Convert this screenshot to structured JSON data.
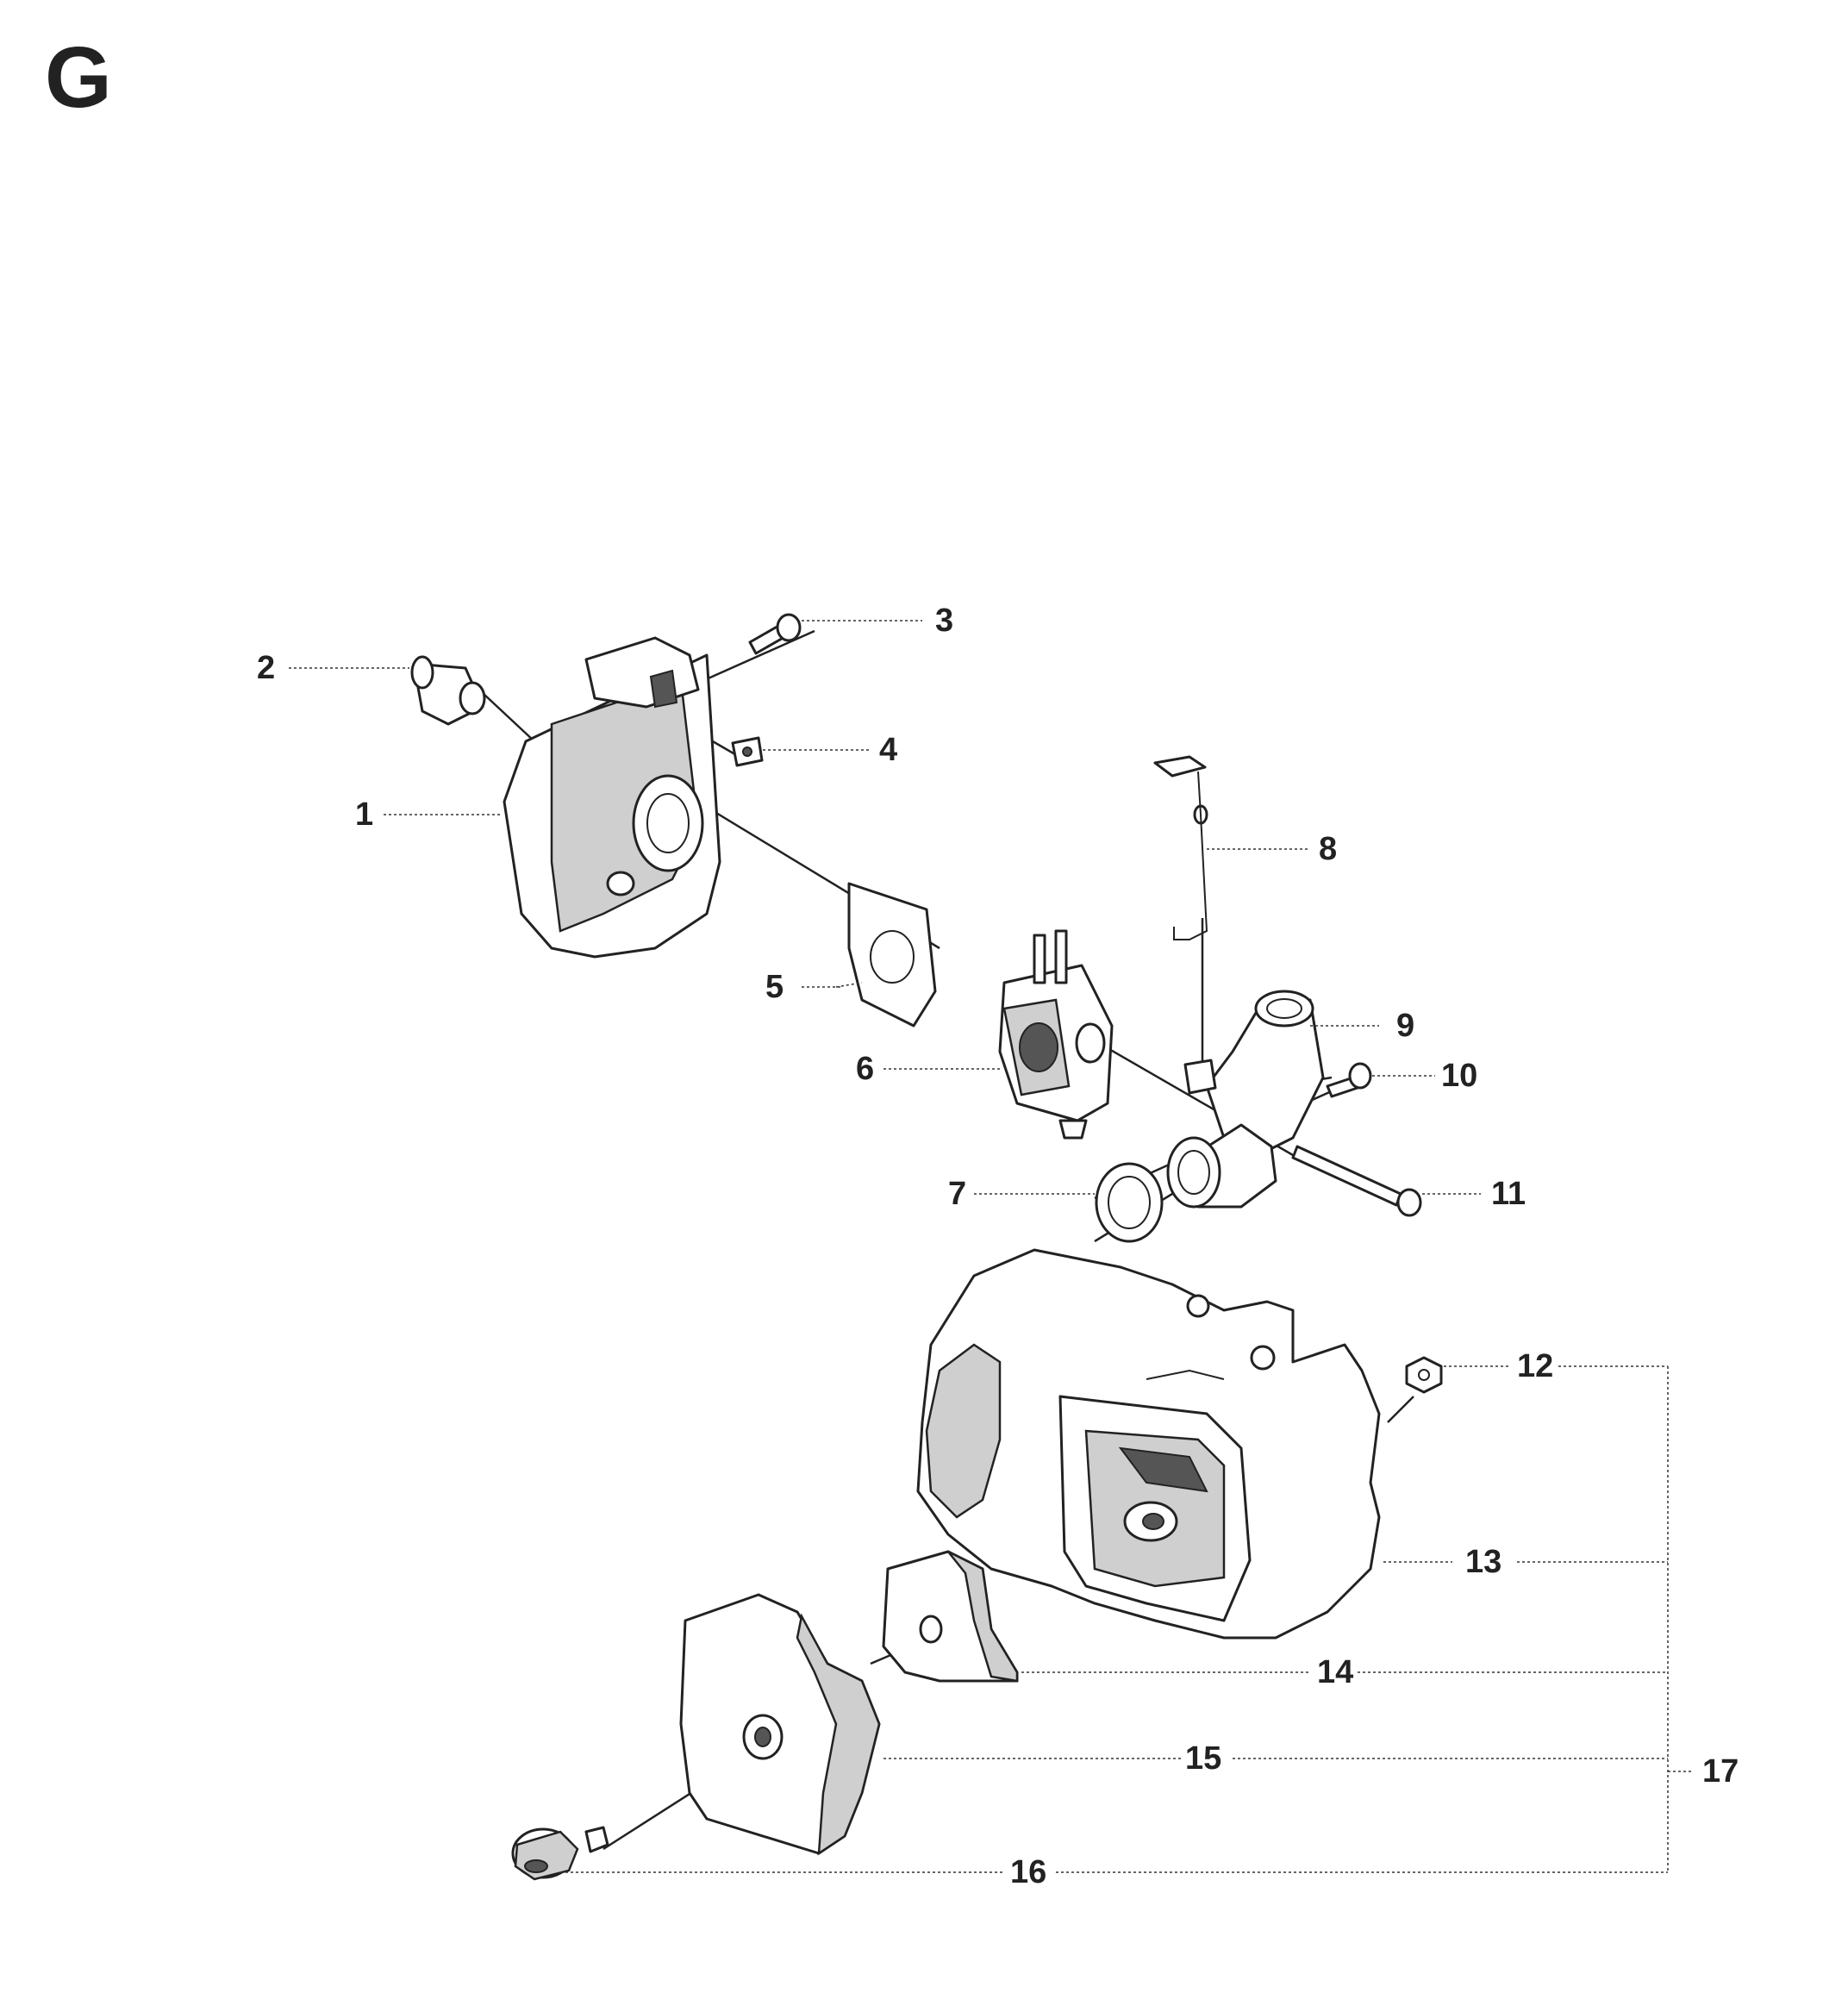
{
  "section": {
    "letter": "G"
  },
  "callouts": [
    {
      "number": "1",
      "part": "air-filter-bracket"
    },
    {
      "number": "2",
      "part": "bushing"
    },
    {
      "number": "3",
      "part": "screw"
    },
    {
      "number": "4",
      "part": "nut-plate"
    },
    {
      "number": "5",
      "part": "gasket"
    },
    {
      "number": "6",
      "part": "carburetor"
    },
    {
      "number": "7",
      "part": "seal-ring"
    },
    {
      "number": "8",
      "part": "throttle-rod"
    },
    {
      "number": "9",
      "part": "intake-elbow"
    },
    {
      "number": "10",
      "part": "screw"
    },
    {
      "number": "11",
      "part": "screw"
    },
    {
      "number": "12",
      "part": "nut"
    },
    {
      "number": "13",
      "part": "air-filter-housing"
    },
    {
      "number": "14",
      "part": "filter-element"
    },
    {
      "number": "15",
      "part": "filter-cover"
    },
    {
      "number": "16",
      "part": "knob"
    },
    {
      "number": "17",
      "part": "assembly"
    }
  ]
}
